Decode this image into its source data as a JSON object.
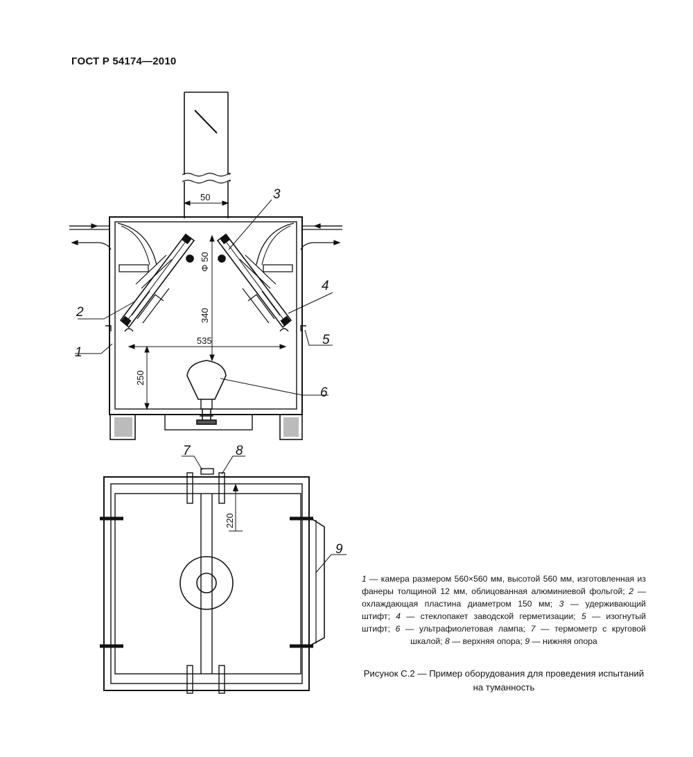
{
  "header": {
    "doc_code": "ГОСТ Р 54174—2010"
  },
  "labels": {
    "l1": "1",
    "l2": "2",
    "l3": "3",
    "l4": "4",
    "l5": "5",
    "l6": "6",
    "l7": "7",
    "l8": "8",
    "l9": "9"
  },
  "dimensions": {
    "d50": "50",
    "d_phi50": "Φ 50",
    "d340": "340",
    "d535": "535",
    "d250": "250",
    "d220": "220"
  },
  "legend": {
    "items": [
      {
        "num": "1",
        "text": " — камера размером 560×560 мм, высотой 560 мм, изготовленная из фанеры толщиной 12 мм, облицованная алюминиевой фольгой; "
      },
      {
        "num": "2",
        "text": " — охлаждающая пластина диаметром 150 мм; "
      },
      {
        "num": "3",
        "text": " — удерживающий штифт; "
      },
      {
        "num": "4",
        "text": " — стеклопакет заводской герметизации; "
      },
      {
        "num": "5",
        "text": " — изогнутый штифт; "
      },
      {
        "num": "6",
        "text": " — ультрафиолетовая лампа; "
      },
      {
        "num": "7",
        "text": " — термометр с круговой шкалой; "
      },
      {
        "num": "8",
        "text": " — верхняя опора; "
      },
      {
        "num": "9",
        "text": " — нижняя опора"
      }
    ]
  },
  "caption": "Рисунок С.2 — Пример оборудования для проведения испытаний на туманность"
}
